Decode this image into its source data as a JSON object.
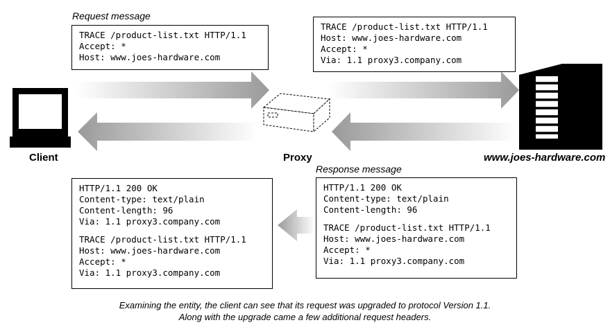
{
  "labels": {
    "request_message": "Request message",
    "response_message": "Response message",
    "client": "Client",
    "proxy": "Proxy",
    "server": "www.joes-hardware.com"
  },
  "boxes": {
    "request_client": [
      "TRACE /product-list.txt HTTP/1.1",
      "Accept: *",
      "Host: www.joes-hardware.com"
    ],
    "request_proxy": [
      "TRACE /product-list.txt HTTP/1.1",
      "Host: www.joes-hardware.com",
      "Accept: *",
      "Via: 1.1 proxy3.company.com"
    ],
    "response_server": {
      "headers": [
        "HTTP/1.1 200 OK",
        "Content-type: text/plain",
        "Content-length: 96"
      ],
      "body": [
        "TRACE /product-list.txt HTTP/1.1",
        "Host: www.joes-hardware.com",
        "Accept: *",
        "Via: 1.1 proxy3.company.com"
      ]
    },
    "response_client": {
      "headers": [
        "HTTP/1.1 200 OK",
        "Content-type: text/plain",
        "Content-length: 96",
        "Via: 1.1 proxy3.company.com"
      ],
      "body": [
        "TRACE /product-list.txt HTTP/1.1",
        "Host: www.joes-hardware.com",
        "Accept: *",
        "Via: 1.1 proxy3.company.com"
      ]
    }
  },
  "caption": [
    "Examining the entity, the client can see that its request was upgraded to protocol Version 1.1.",
    "Along with the upgrade came a few additional request headers."
  ],
  "icons": {
    "client": "computer-monitor-icon",
    "proxy": "proxy-box-icon",
    "server": "server-tower-icon"
  }
}
